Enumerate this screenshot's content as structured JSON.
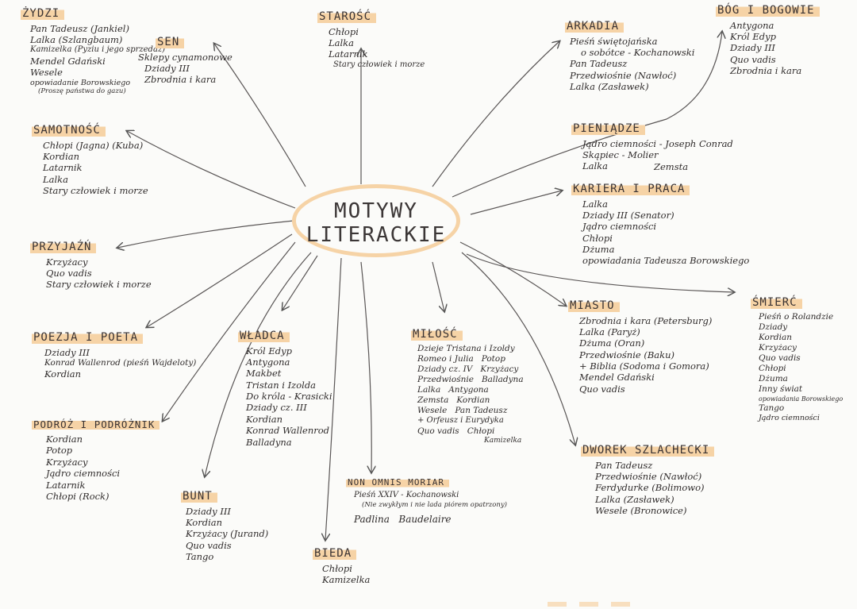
{
  "center": {
    "line1": "MOTYWY",
    "line2": "LITERACKIE"
  },
  "nodes": {
    "zydzi": {
      "title": "ŻYDZI",
      "items": [
        "Pan Tadeusz (Jankiel)",
        "Lalka (Szlangbaum)",
        "Kamizelka (Pyziu i jego sprzedaż)",
        "Mendel Gdański",
        "Wesele",
        "opowiadanie Borowskiego",
        "(Proszę państwa do gazu)"
      ]
    },
    "sen": {
      "title": "SEN",
      "items": [
        "Sklepy cynamonowe",
        "Dziady III",
        "Zbrodnia i kara"
      ]
    },
    "starosc": {
      "title": "STAROŚĆ",
      "items": [
        "Chłopi",
        "Lalka",
        "Latarnik",
        "Stary człowiek i morze"
      ]
    },
    "arkadia": {
      "title": "ARKADIA",
      "items": [
        "Pieśń świętojańska",
        "o sobótce - Kochanowski",
        "Pan Tadeusz",
        "Przedwiośnie (Nawłoć)",
        "Lalka (Zasławek)"
      ]
    },
    "bog": {
      "title": "BÓG I BOGOWIE",
      "items": [
        "Antygona",
        "Król Edyp",
        "Dziady III",
        "Quo vadis",
        "Zbrodnia i kara"
      ]
    },
    "samotnosc": {
      "title": "SAMOTNOŚĆ",
      "items": [
        "Chłopi (Jagna) (Kuba)",
        "Kordian",
        "Latarnik",
        "Lalka",
        "Stary człowiek i morze"
      ]
    },
    "pieniadze": {
      "title": "PIENIĄDZE",
      "items": [
        "Jądro ciemności - Joseph Conrad",
        "Skąpiec - Molier",
        "Lalka",
        "Zemsta"
      ]
    },
    "kariera": {
      "title": "KARIERA I PRACA",
      "items": [
        "Lalka",
        "Dziady III (Senator)",
        "Jądro ciemności",
        "Chłopi",
        "Dżuma",
        "opowiadania Tadeusza Borowskiego"
      ]
    },
    "przyjazn": {
      "title": "PRZYJAŹŃ",
      "items": [
        "Krzyżacy",
        "Quo vadis",
        "Stary człowiek i morze"
      ]
    },
    "smierc": {
      "title": "ŚMIERĆ",
      "items": [
        "Pieśń o Rolandzie",
        "Dziady",
        "Kordian",
        "Krzyżacy",
        "Quo vadis",
        "Chłopi",
        "Dżuma",
        "Inny świat",
        "opowiadania Borowskiego",
        "Tango",
        "Jądro ciemności"
      ]
    },
    "miasto": {
      "title": "MIASTO",
      "items": [
        "Zbrodnia i kara (Petersburg)",
        "Lalka (Paryż)",
        "Dżuma (Oran)",
        "Przedwiośnie (Baku)",
        "+ Biblia (Sodoma i Gomora)",
        "Mendel Gdański",
        "Quo vadis"
      ]
    },
    "poezja": {
      "title": "POEZJA I POETA",
      "items": [
        "Dziady III",
        "Konrad Wallenrod (pieśń Wajdeloty)",
        "Kordian"
      ]
    },
    "wladca": {
      "title": "WŁADCA",
      "items": [
        "Król Edyp",
        "Antygona",
        "Makbet",
        "Tristan i Izolda",
        "Do króla - Krasicki",
        "Dziady cz. III",
        "Kordian",
        "Konrad Wallenrod",
        "Balladyna"
      ]
    },
    "milosc": {
      "title": "MIŁOŚĆ",
      "items": [
        "Dzieje Tristana i Izoldy",
        "Romeo i Julia   Potop",
        "Dziady cz. IV   Krzyżacy",
        "Przedwiośnie   Balladyna",
        "Lalka   Antygona",
        "Zemsta   Kordian",
        "Wesele   Pan Tadeusz",
        "+ Orfeusz i Eurydyka",
        "Quo vadis   Chłopi",
        "Kamizelka"
      ]
    },
    "podroz": {
      "title": "PODRÓŻ I PODRÓŻNIK",
      "items": [
        "Kordian",
        "Potop",
        "Krzyżacy",
        "Jądro ciemności",
        "Latarnik",
        "Chłopi (Rock)"
      ]
    },
    "dworek": {
      "title": "DWOREK SZLACHECKI",
      "items": [
        "Pan Tadeusz",
        "Przedwiośnie (Nawłoć)",
        "Ferdydurke (Bolimowo)",
        "Lalka (Zasławek)",
        "Wesele (Bronowice)"
      ]
    },
    "bunt": {
      "title": "BUNT",
      "items": [
        "Dziady III",
        "Kordian",
        "Krzyżacy (Jurand)",
        "Quo vadis",
        "Tango"
      ]
    },
    "nonomnis": {
      "title": "NON OMNIS MORIAR",
      "items": [
        "Pieśń XXIV - Kochanowski",
        "(Nie zwykłym i nie lada piórem opatrzony)",
        "Padlina   Baudelaire"
      ]
    },
    "bieda": {
      "title": "BIEDA",
      "items": [
        "Chłopi",
        "Kamizelka"
      ]
    }
  }
}
